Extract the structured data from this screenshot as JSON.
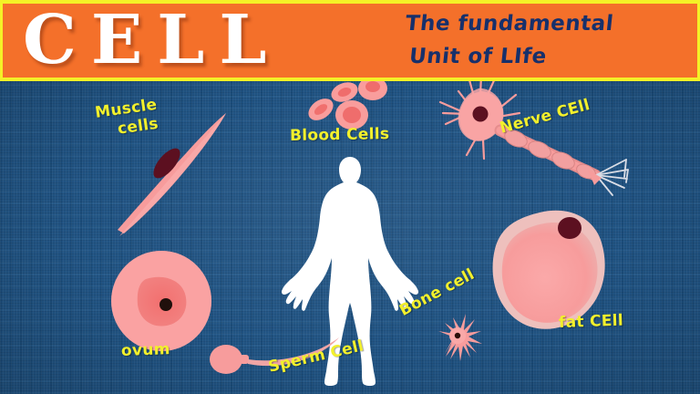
{
  "header": {
    "title": "CELL",
    "subtitle_line1": "The fundamental",
    "subtitle_line2": "Unit of LIfe",
    "band_color": "#f4702a",
    "border_color": "#f4f127",
    "title_color": "#ffffff",
    "subtitle_color": "#17306b"
  },
  "canvas": {
    "background_color": "#1d5385",
    "label_color": "#f2f02c",
    "cell_fill": "#f79c9c",
    "cell_nucleus": "#5c1020",
    "silhouette_color": "#ffffff"
  },
  "labels": {
    "muscle_line1": "Muscle",
    "muscle_line2": "cells",
    "blood": "Blood Cells",
    "nerve": "Nerve CEll",
    "ovum": "ovum",
    "sperm": "Sperm Cell",
    "bone": "Bone cell",
    "fat": "fat CEll"
  },
  "figures": {
    "human_silhouette": "human-body-silhouette",
    "muscle_cell": "spindle-shaped-muscle-cell",
    "blood_cells": "red-blood-cell-discs",
    "nerve_cell": "neuron-with-axon-and-dendrites",
    "ovum": "round-egg-cell",
    "sperm_cell": "sperm-with-tail",
    "bone_cell": "star-shaped-osteocyte",
    "fat_cell": "round-adipocyte"
  }
}
